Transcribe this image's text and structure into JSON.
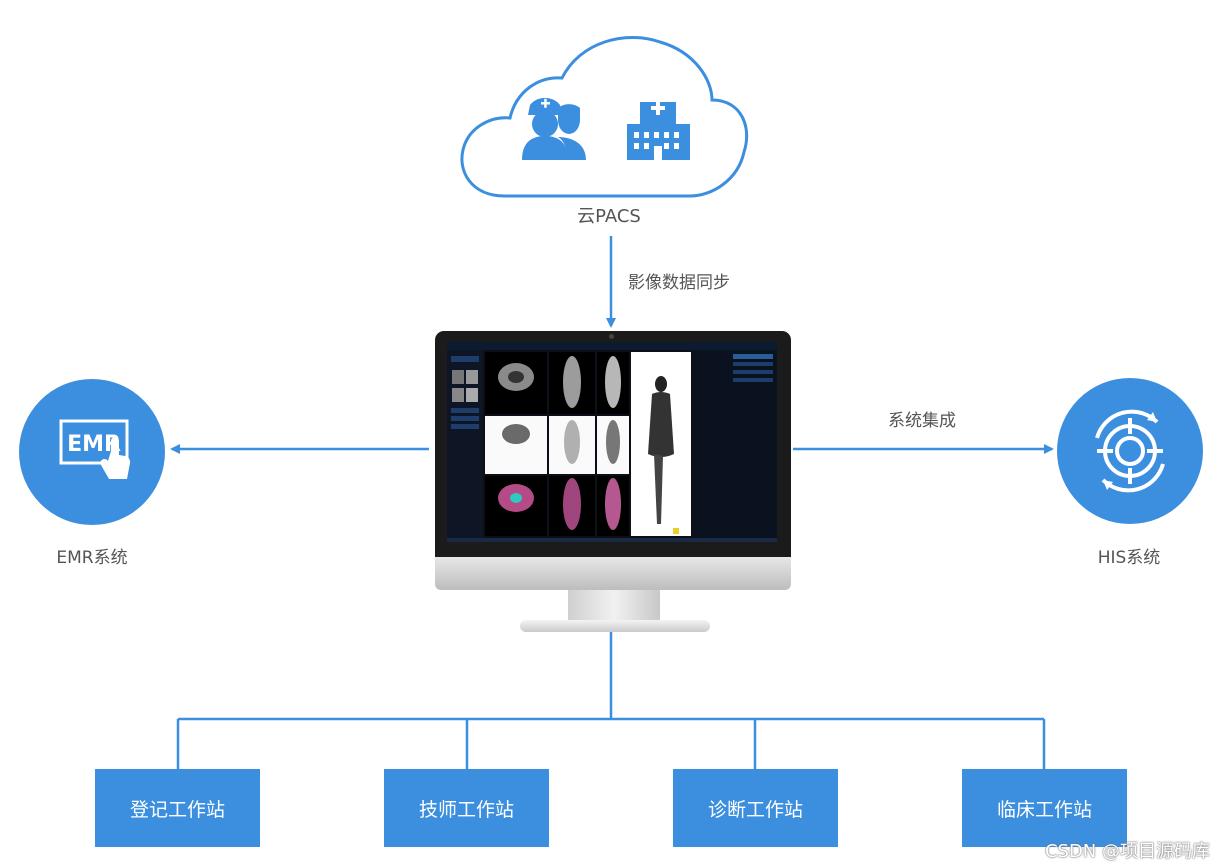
{
  "cloud": {
    "label": "云PACS",
    "icons": [
      "doctors-icon",
      "hospital-icon"
    ]
  },
  "sync_label": "影像数据同步",
  "integration_label": "系统集成",
  "emr": {
    "label": "EMR系统",
    "badge_text": "EMR",
    "icon": "emr-touch-icon"
  },
  "his": {
    "label": "HIS系统",
    "icon": "target-sync-icon"
  },
  "workstations": [
    {
      "label": "登记工作站"
    },
    {
      "label": "技师工作站"
    },
    {
      "label": "诊断工作站"
    },
    {
      "label": "临床工作站"
    }
  ],
  "watermark": "CSDN @项目源码库",
  "colors": {
    "accent": "#3c8fdf",
    "line": "#3c8fdf",
    "text": "#555555"
  }
}
